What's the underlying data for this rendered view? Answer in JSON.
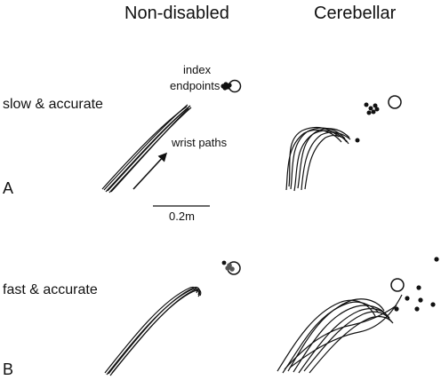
{
  "columns": {
    "left": "Non-disabled",
    "right": "Cerebellar"
  },
  "rows": {
    "slow": "slow & accurate",
    "fast": "fast & accurate"
  },
  "panels": {
    "a": "A",
    "b": "B"
  },
  "annotations": {
    "index_line1": "index",
    "index_line2": "endpoints",
    "wrist": "wrist paths",
    "scale": "0.2m"
  },
  "colors": {
    "ink": "#111111",
    "background": "#ffffff"
  }
}
